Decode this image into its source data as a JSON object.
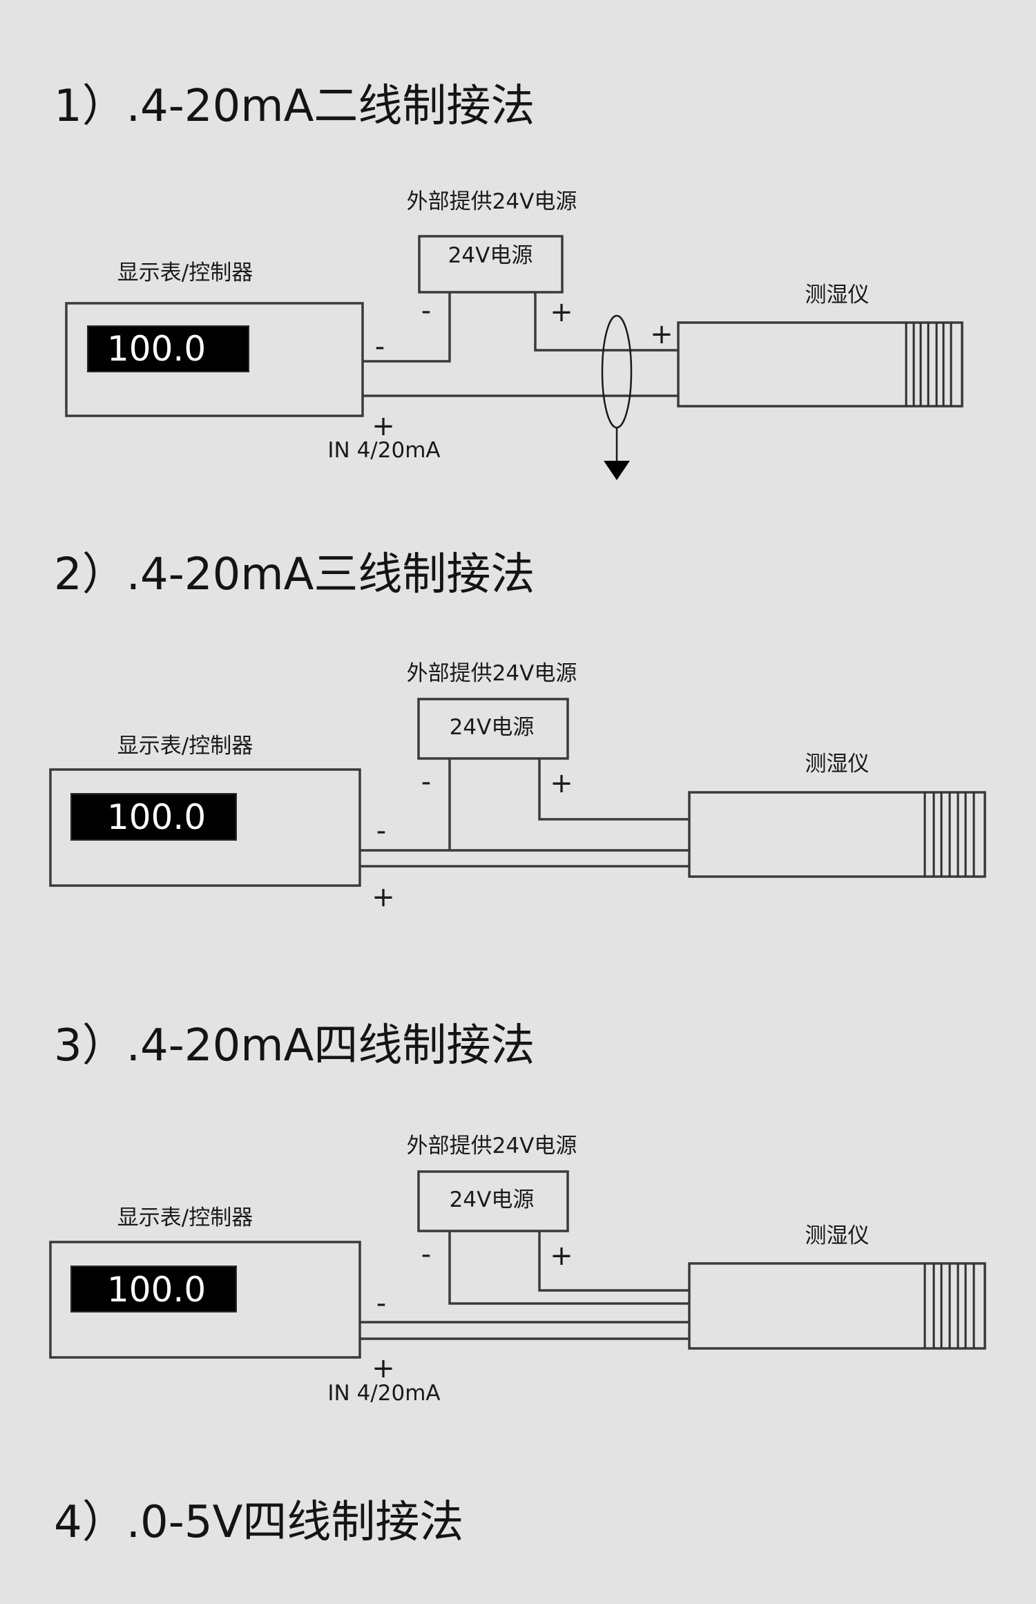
{
  "sections": [
    {
      "heading": "1）.4-20mA二线制接法",
      "controller_label": "显示表/控制器",
      "display_value": "100.0",
      "power_caption": "外部提供24V电源",
      "power_box_label": "24V电源",
      "sensor_label": "测湿仪",
      "input_label": "IN 4/20mA",
      "minus": "-",
      "plus": "+",
      "wire_count": 2,
      "has_shield_ground": true
    },
    {
      "heading": "2）.4-20mA三线制接法",
      "controller_label": "显示表/控制器",
      "display_value": "100.0",
      "power_caption": "外部提供24V电源",
      "power_box_label": "24V电源",
      "sensor_label": "测湿仪",
      "minus": "-",
      "plus": "+",
      "wire_count": 3,
      "has_shield_ground": false
    },
    {
      "heading": "3）.4-20mA四线制接法",
      "controller_label": "显示表/控制器",
      "display_value": "100.0",
      "power_caption": "外部提供24V电源",
      "power_box_label": "24V电源",
      "sensor_label": "测湿仪",
      "input_label": "IN 4/20mA",
      "minus": "-",
      "plus": "+",
      "wire_count": 4,
      "has_shield_ground": false
    },
    {
      "heading": "4）.0-5V四线制接法"
    }
  ]
}
